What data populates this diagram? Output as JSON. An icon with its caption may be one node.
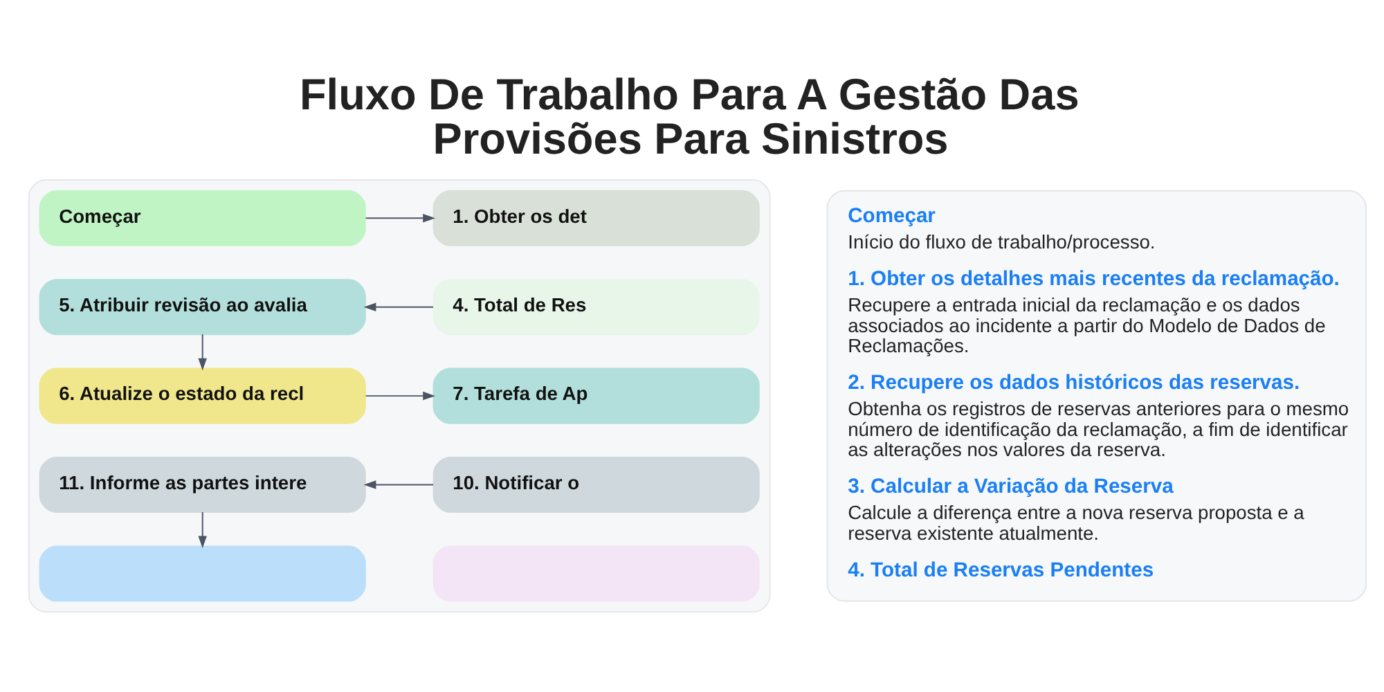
{
  "diagram": {
    "title": "Fluxo De Trabalho Para A Gestão Das Provisões Para Sinistros",
    "nodes": [
      {
        "text": [],
        "shape": "box"
      },
      {
        "text": [
          "Começar"
        ],
        "in": 0
      },
      {
        "text": [
          "1. Obter os det"
        ],
        "in": 0
      },
      {
        "text": [
          "5. Atribuir revisão ao avalia"
        ],
        "in": 0
      },
      {
        "text": [
          "4. Total de Res"
        ],
        "in": 0
      },
      {
        "text": [
          "6. Atualize o estado da recl"
        ],
        "in": 0
      },
      {
        "text": [
          "7. Tarefa de Ap"
        ],
        "in": 0
      },
      {
        "text": [
          "11. Informe as partes intere"
        ],
        "in": 0
      },
      {
        "text": [
          "10. Notificar o"
        ],
        "in": 0
      },
      {
        "text": [],
        "shape": "box",
        "in": 0
      },
      {
        "text": [],
        "shape": "box",
        "in": 0
      },
      {
        "text": [
          "Começar",
          "Início do fluxo de trabalho/processo.",
          "1. Obter os detalhes mais recentes da reclamação.",
          "Recupere a entrada inicial da reclamação e os dados associados ao incidente a partir do Modelo de Dados de Reclamações.",
          "2. Recupere os dados históricos das reservas.",
          "Obtenha os registros de reservas anteriores para o mesmo número de identificação da reclamação, a fim de identificar as alterações nos valores da reserva.",
          "3. Calcular a Variação da Reserva",
          "Calcule a diferença entre a nova reserva proposta e a reserva existente atualmente.",
          "4. Total de Reservas Pendentes"
        ]
      }
    ],
    "edges": [
      {
        "from": 1,
        "to": 2,
        "arrow": "to"
      },
      {
        "from": 4,
        "to": 3,
        "arrow": "to"
      },
      {
        "from": 3,
        "to": 5,
        "arrow": "to"
      },
      {
        "from": 5,
        "to": 6,
        "arrow": "to"
      },
      {
        "from": 8,
        "to": 7,
        "arrow": "to"
      },
      {
        "from": 7,
        "to": 9,
        "arrow": "to"
      }
    ]
  }
}
